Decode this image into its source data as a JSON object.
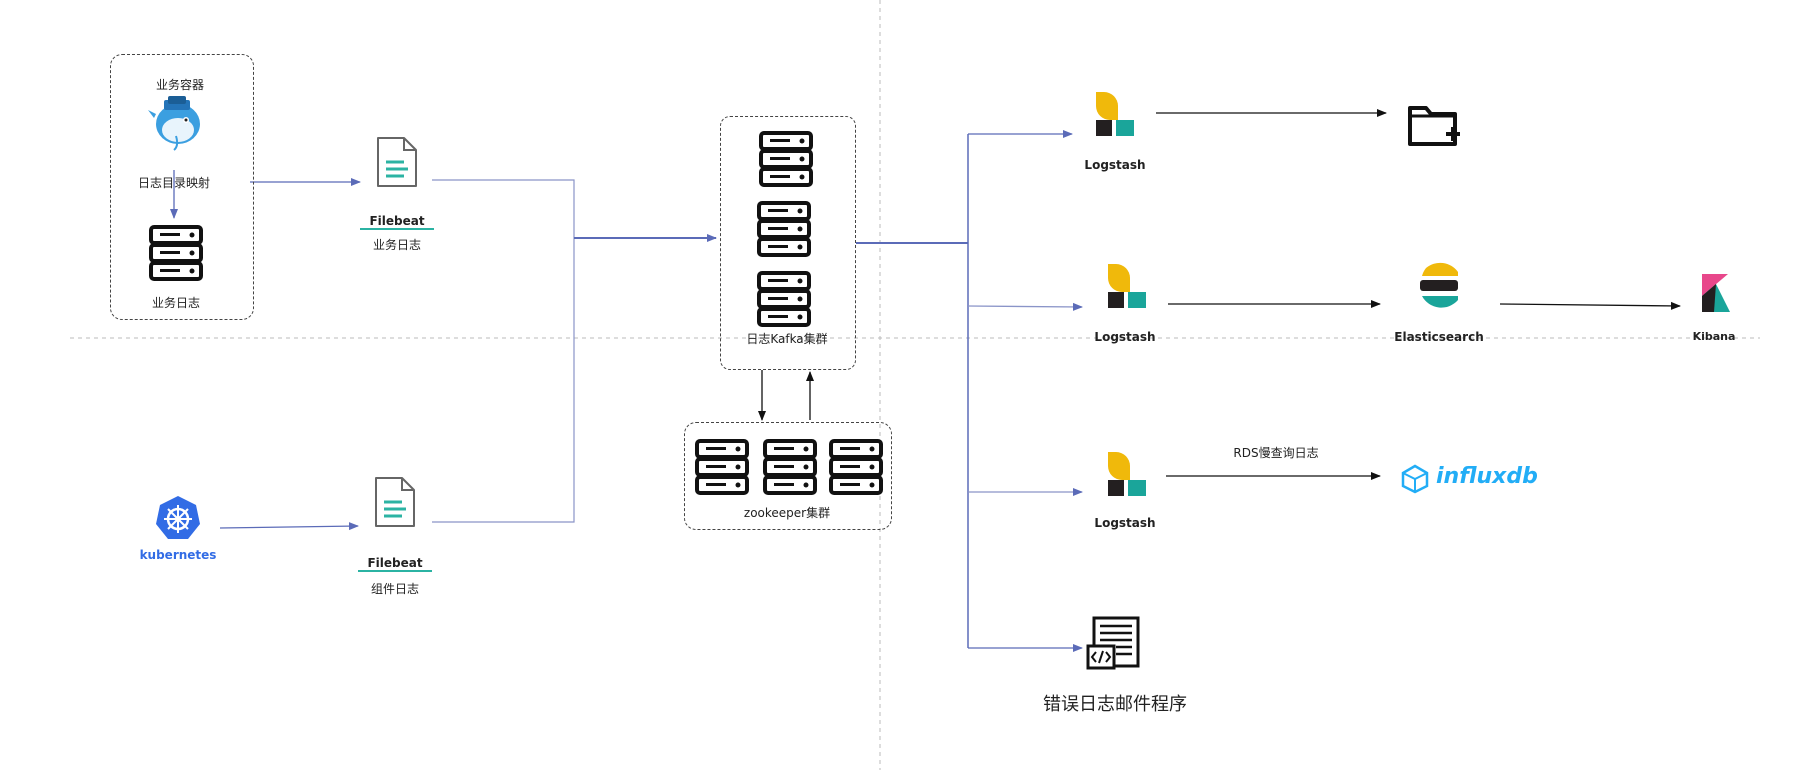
{
  "source": {
    "container_title": "业务容器",
    "mapping_label": "日志目录映射",
    "log_label": "业务日志",
    "kubernetes_label": "kubernetes"
  },
  "filebeat": [
    {
      "name": "Filebeat",
      "desc": "业务日志"
    },
    {
      "name": "Filebeat",
      "desc": "组件日志"
    }
  ],
  "kafka": {
    "label": "日志Kafka集群"
  },
  "zookeeper": {
    "label": "zookeeper集群"
  },
  "outputs": {
    "logstash1": "Logstash",
    "logstash2": "Logstash",
    "logstash3": "Logstash",
    "elasticsearch": "Elasticsearch",
    "kibana": "Kibana",
    "rds_label": "RDS慢查询日志",
    "influxdb": "influxdb",
    "mail_program": "错误日志邮件程序"
  },
  "colors": {
    "flow_line": "#5b6bb8",
    "arrow_black": "#111111",
    "filebeat_green": "#2bb3a3",
    "elastic_yellow": "#f0b90b",
    "elastic_teal": "#1aa59a",
    "influx_blue": "#22adf6",
    "k8s_blue": "#326ce5"
  }
}
